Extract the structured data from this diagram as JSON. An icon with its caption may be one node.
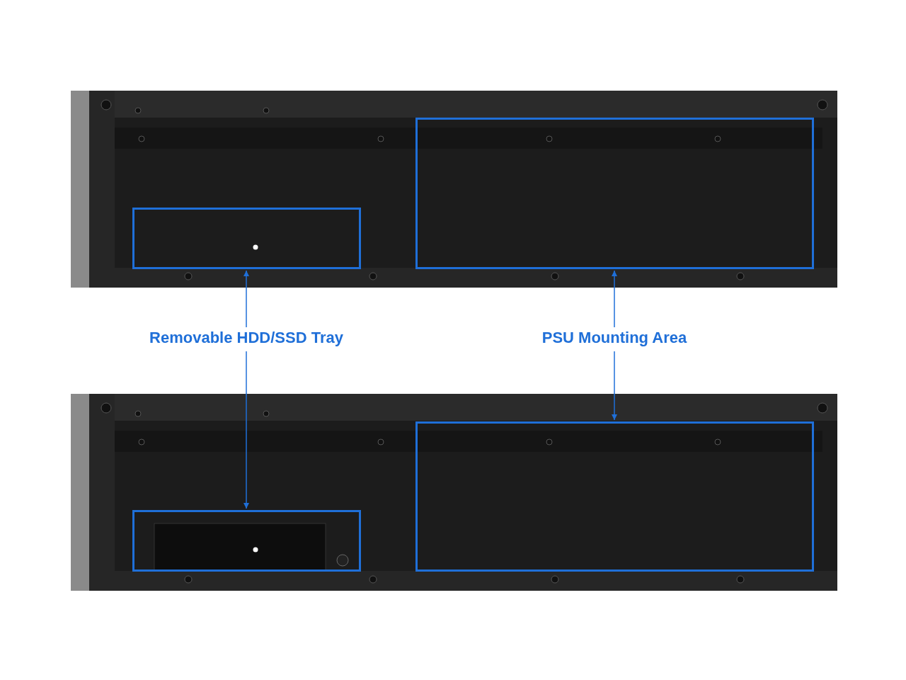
{
  "diagram": {
    "nodes": [
      {
        "text": [],
        "shape": "box"
      },
      {
        "text": [],
        "shape": "box"
      },
      {
        "text": [
          "Removable HDD/SSD Tray"
        ]
      },
      {
        "text": [
          "PSU Mounting Area"
        ]
      },
      {
        "text": [],
        "shape": "box"
      },
      {
        "text": [],
        "shape": "box"
      }
    ],
    "edges": [
      {
        "from": 2,
        "to": 0,
        "arrow": "to"
      },
      {
        "from": 2,
        "to": 4,
        "arrow": "to"
      },
      {
        "from": 3,
        "to": 1,
        "arrow": "to"
      },
      {
        "from": 3,
        "to": 5,
        "arrow": "to"
      }
    ]
  }
}
